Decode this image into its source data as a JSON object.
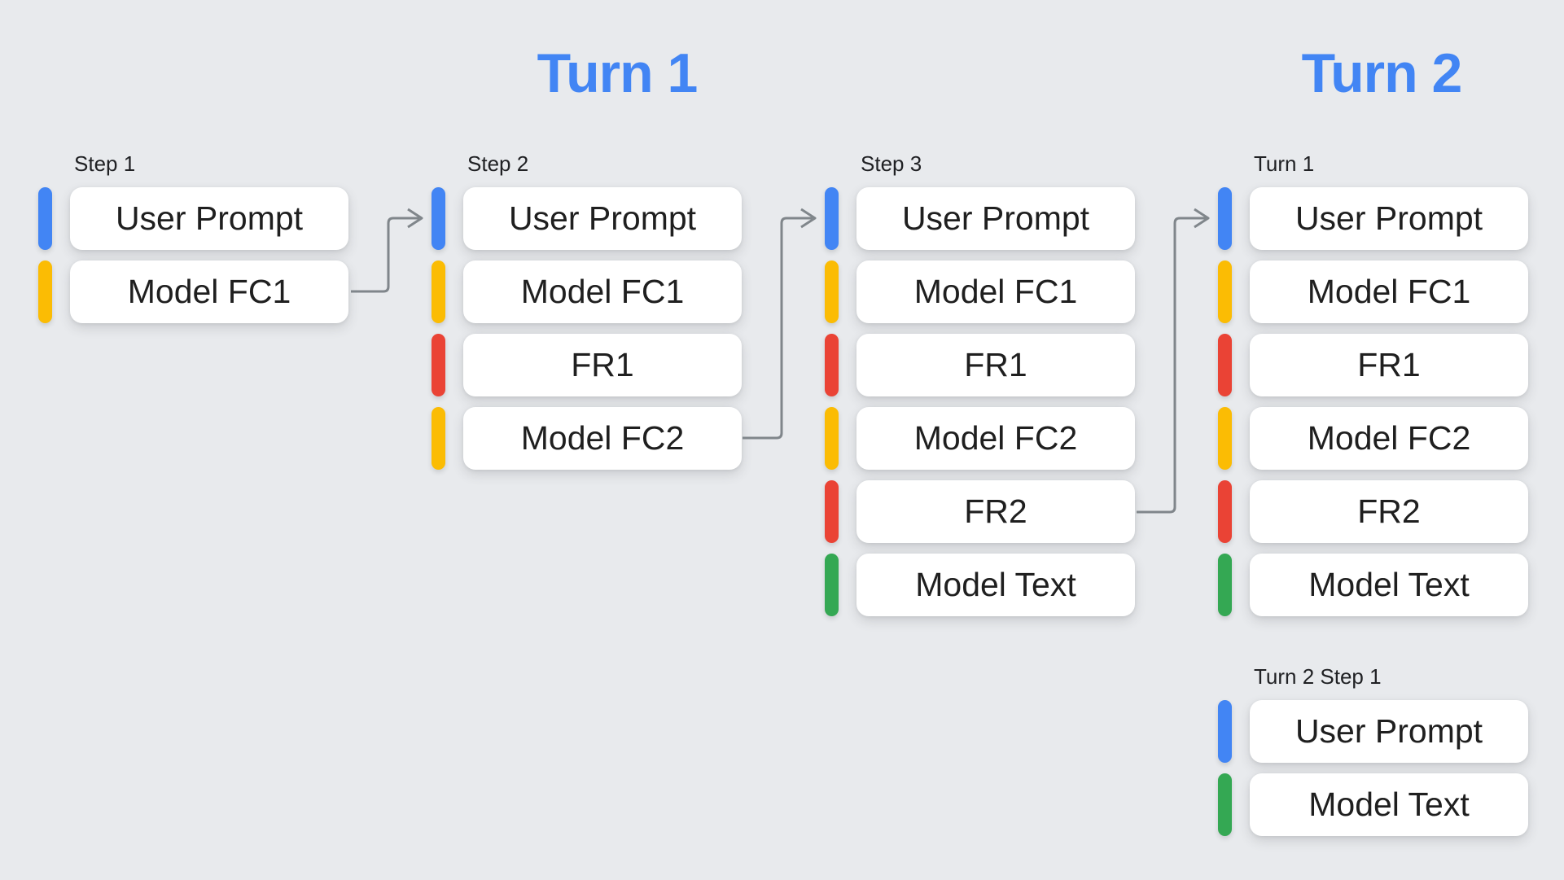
{
  "titles": [
    {
      "label": "Turn 1"
    },
    {
      "label": "Turn 2"
    }
  ],
  "colors": {
    "background": "#E8EAED",
    "title_blue": "#4285F4",
    "user_bar": "#4285F4",
    "model_fc_bar": "#FBBC04",
    "function_response_bar": "#EA4335",
    "model_text_bar": "#34A853",
    "arrow": "#80868B",
    "card_background": "#FFFFFF",
    "card_text": "#1F1F1F"
  },
  "groups": [
    {
      "label": "Step 1",
      "items": [
        {
          "label": "User Prompt",
          "type": "user"
        },
        {
          "label": "Model FC1",
          "type": "model-fc"
        }
      ]
    },
    {
      "label": "Step 2",
      "items": [
        {
          "label": "User Prompt",
          "type": "user"
        },
        {
          "label": "Model FC1",
          "type": "model-fc"
        },
        {
          "label": "FR1",
          "type": "function-response"
        },
        {
          "label": "Model FC2",
          "type": "model-fc"
        }
      ]
    },
    {
      "label": "Step 3",
      "items": [
        {
          "label": "User Prompt",
          "type": "user"
        },
        {
          "label": "Model FC1",
          "type": "model-fc"
        },
        {
          "label": "FR1",
          "type": "function-response"
        },
        {
          "label": "Model FC2",
          "type": "model-fc"
        },
        {
          "label": "FR2",
          "type": "function-response"
        },
        {
          "label": "Model Text",
          "type": "model-text"
        }
      ]
    },
    {
      "label": "Turn 1",
      "items": [
        {
          "label": "User Prompt",
          "type": "user"
        },
        {
          "label": "Model FC1",
          "type": "model-fc"
        },
        {
          "label": "FR1",
          "type": "function-response"
        },
        {
          "label": "Model FC2",
          "type": "model-fc"
        },
        {
          "label": "FR2",
          "type": "function-response"
        },
        {
          "label": "Model Text",
          "type": "model-text"
        }
      ]
    },
    {
      "label": "Turn 2 Step 1",
      "items": [
        {
          "label": "User Prompt",
          "type": "user"
        },
        {
          "label": "Model Text",
          "type": "model-text"
        }
      ]
    }
  ],
  "connections": [
    {
      "from": "Step 1 / Model FC1",
      "to": "Step 2 / User Prompt"
    },
    {
      "from": "Step 2 / Model FC2",
      "to": "Step 3 / User Prompt"
    },
    {
      "from": "Step 3 / FR2",
      "to": "Turn 1 / User Prompt"
    }
  ]
}
